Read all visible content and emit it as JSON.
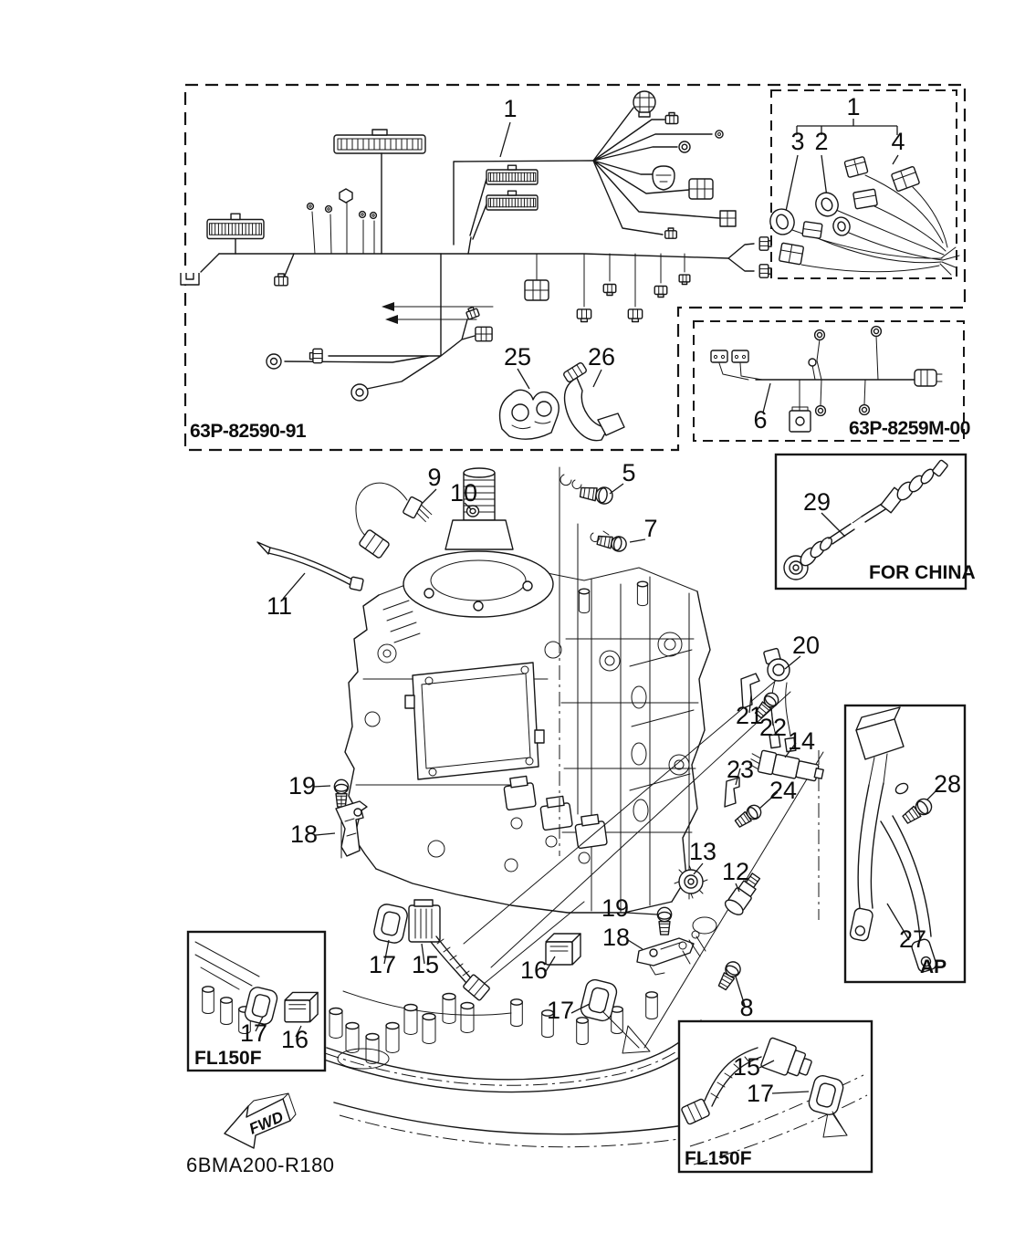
{
  "diagram": {
    "boxes": {
      "main_harness": {
        "part_number": "63P-82590-91"
      },
      "sub_harness": {
        "part_number": "63P-8259M-00"
      },
      "for_china": {
        "label": "FOR CHINA"
      },
      "ap": {
        "label": "AP"
      },
      "fl150f_left": {
        "label": "FL150F"
      },
      "fl150f_right": {
        "label": "FL150F"
      }
    },
    "callouts": {
      "harness_1": "1",
      "clamp_25": "25",
      "clamp_26": "26",
      "detail_1": "1",
      "detail_3": "3",
      "detail_2": "2",
      "detail_4": "4",
      "sub_harness_6": "6",
      "china_29": "29",
      "sensor_9": "9",
      "washer_10": "10",
      "bolt_5": "5",
      "bolt_7": "7",
      "band_11": "11",
      "sensor_20": "20",
      "bracket_21": "21",
      "bolt_22": "22",
      "sensor_14": "14",
      "bracket_23": "23",
      "bolt_24": "24",
      "bolt_28": "28",
      "bolt_19_left": "19",
      "bracket_18_left": "18",
      "grommet_13": "13",
      "sensor_12": "12",
      "cable_27": "27",
      "bolt_19_mid": "19",
      "bracket_18_mid": "18",
      "relay_16_mid": "16",
      "gasket_17_mid": "17",
      "bolt_8": "8",
      "gasket_17_engine": "17",
      "rectifier_15_engine": "15",
      "gasket_17_boxleft": "17",
      "relay_16_boxleft": "16",
      "sensor_15_boxright": "15",
      "gasket_17_boxright": "17"
    },
    "footer": {
      "drawing_number": "6BMA200-R180",
      "fwd_label": "FWD"
    },
    "colors": {
      "line": "#161616",
      "background": "#ffffff"
    }
  }
}
